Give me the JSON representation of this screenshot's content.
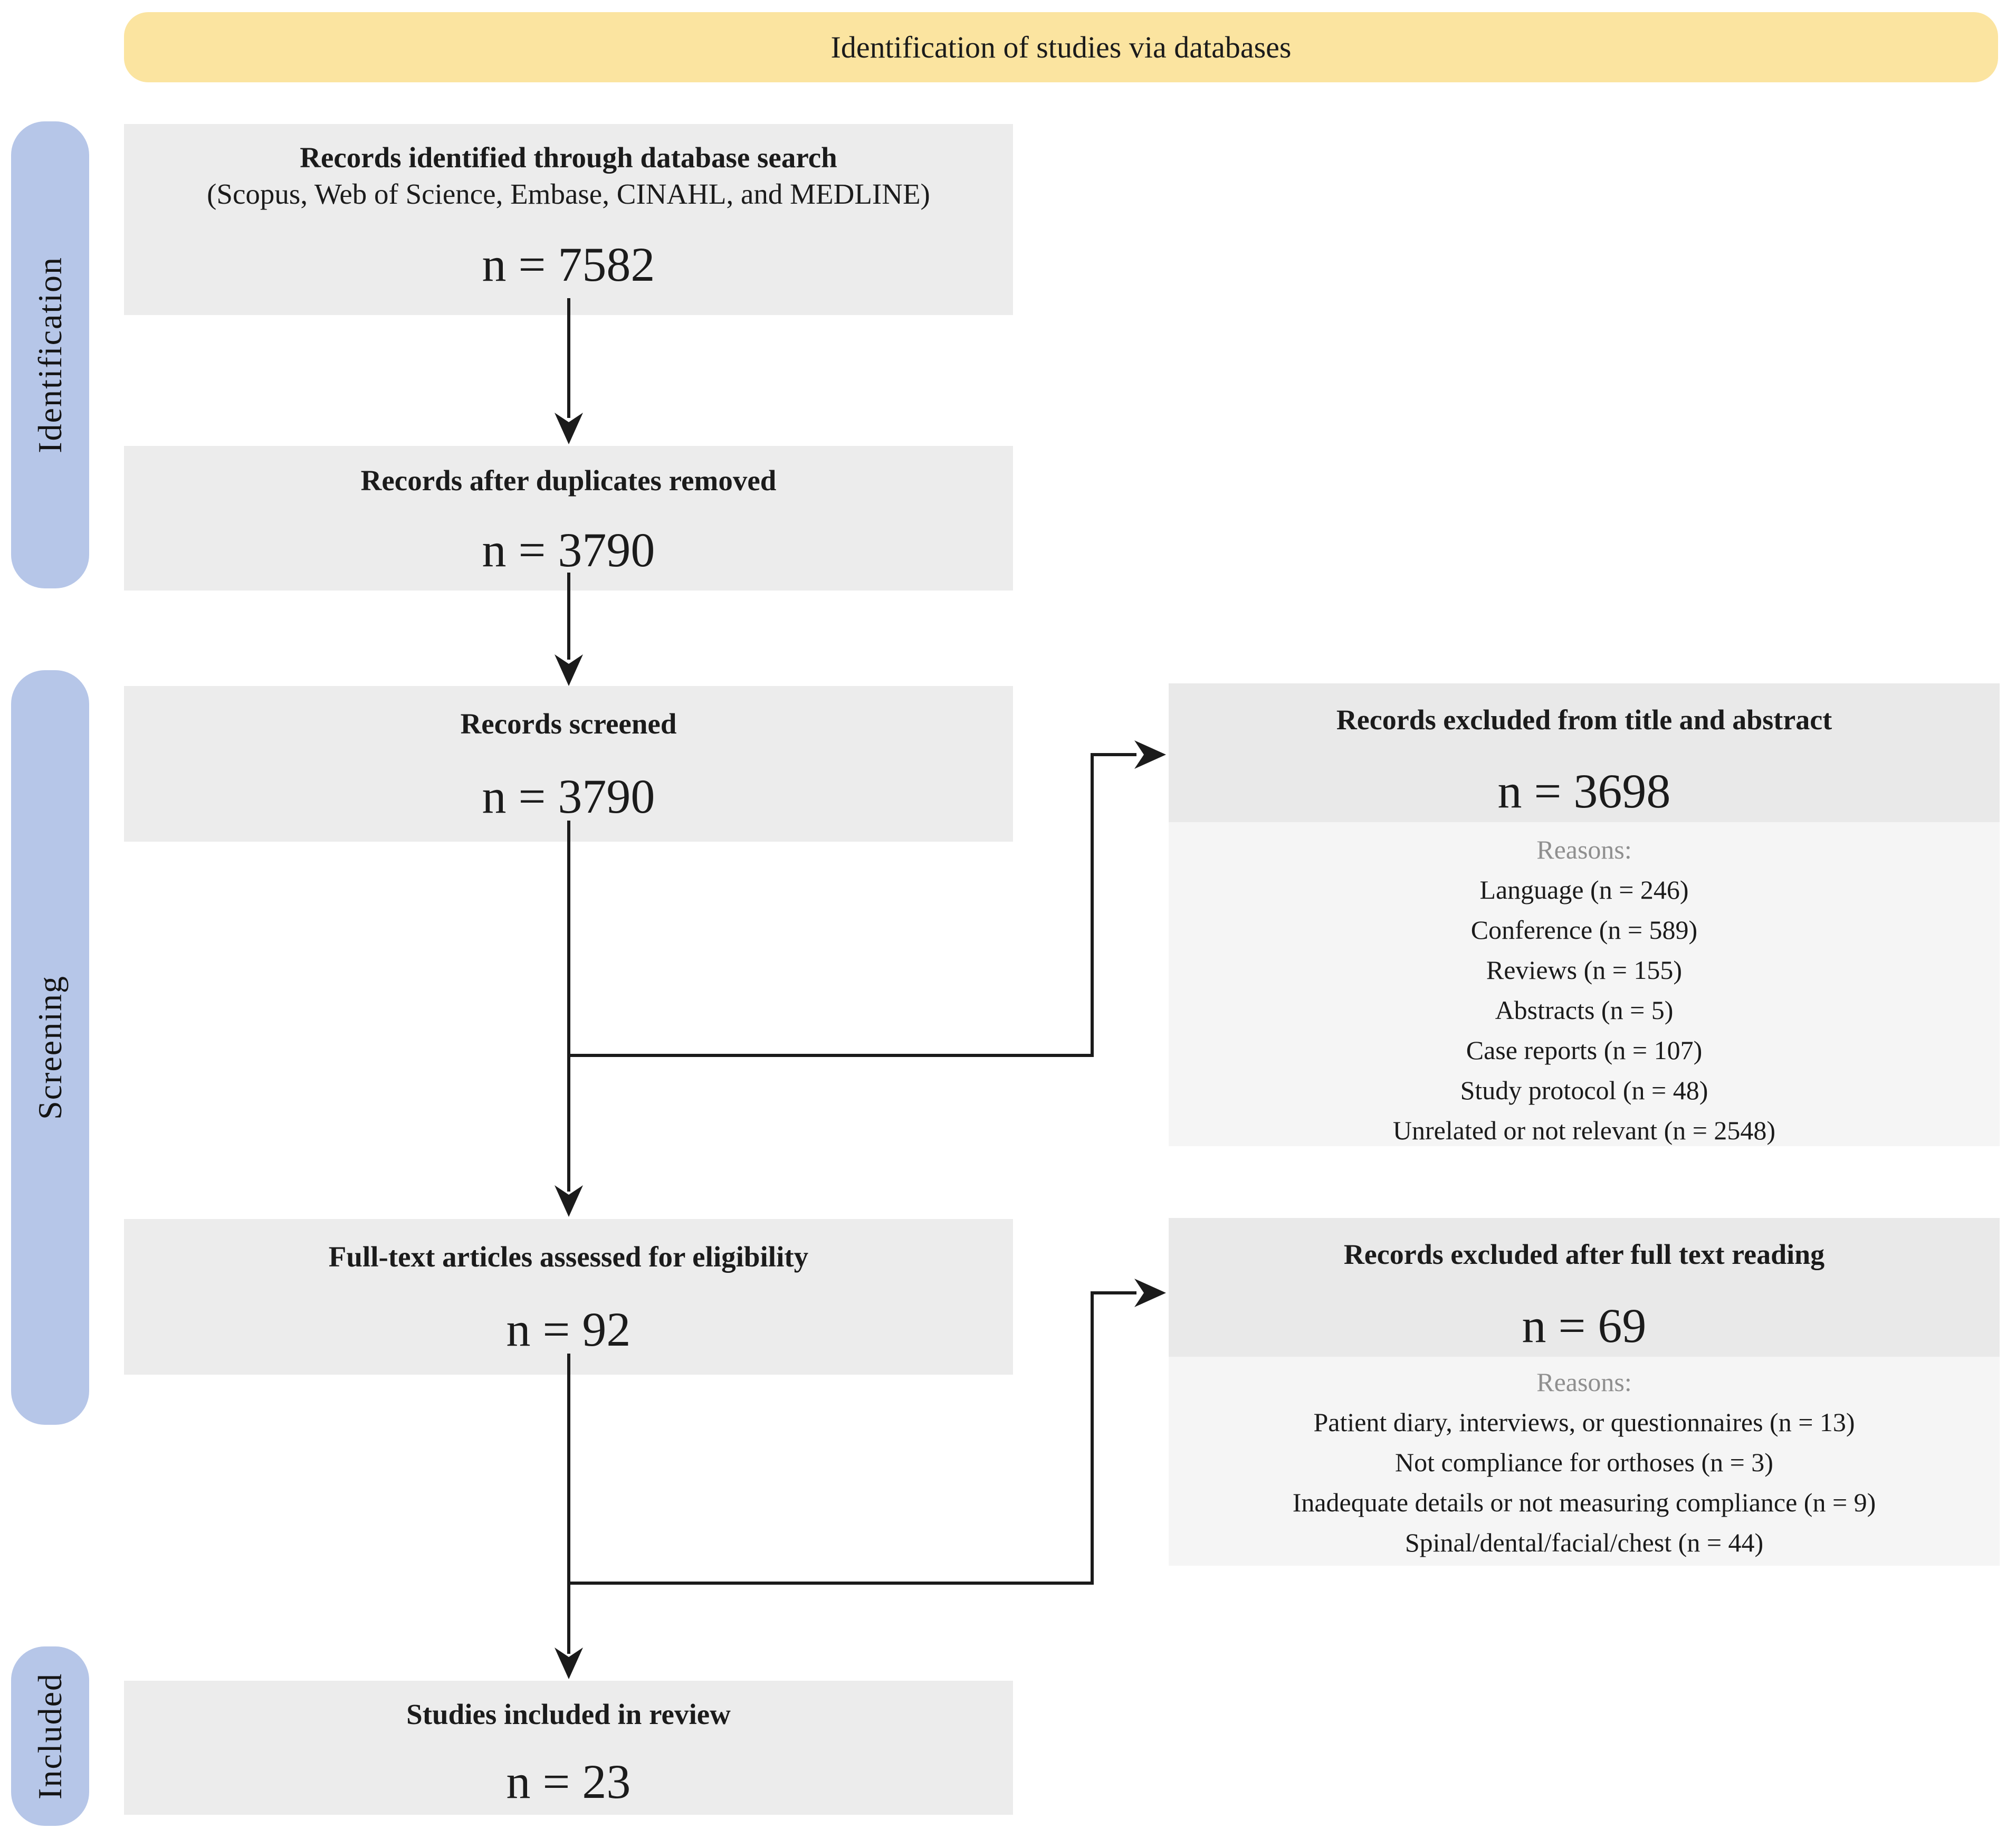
{
  "banner": {
    "label": "Identification of studies via databases"
  },
  "side_labels": {
    "identification": "Identification",
    "screening": "Screening",
    "included": "Included"
  },
  "flow": {
    "identified": {
      "title": "Records identified through database search",
      "subtitle": "(Scopus, Web of Science, Embase, CINAHL, and MEDLINE)",
      "count": "n = 7582"
    },
    "deduplicated": {
      "title": "Records after duplicates removed",
      "count": "n = 3790"
    },
    "screened": {
      "title": "Records screened",
      "count": "n = 3790"
    },
    "fulltext": {
      "title": "Full-text articles assessed for eligibility",
      "count": "n = 92"
    },
    "included": {
      "title": "Studies included in review",
      "count": "n = 23"
    }
  },
  "exclusions": {
    "title_abstract": {
      "title": "Records excluded from title and abstract",
      "count": "n = 3698",
      "reasons_label": "Reasons:",
      "reasons": [
        "Language (n = 246)",
        "Conference (n = 589)",
        "Reviews (n = 155)",
        "Abstracts (n = 5)",
        "Case reports (n = 107)",
        "Study protocol (n = 48)",
        "Unrelated or not relevant (n = 2548)"
      ]
    },
    "full_text": {
      "title": "Records excluded after full text reading",
      "count": "n = 69",
      "reasons_label": "Reasons:",
      "reasons": [
        "Patient diary, interviews, or questionnaires (n = 13)",
        "Not compliance for orthoses (n = 3)",
        "Inadequate details or not measuring compliance (n = 9)",
        "Spinal/dental/facial/chest (n = 44)"
      ]
    }
  },
  "colors": {
    "banner_bg": "#fbe4a0",
    "stage_tab_bg": "#b6c6e8",
    "flow_box_bg": "#ececec",
    "exclusion_box_bg": "#e9e9e9",
    "reasons_box_bg": "#f5f5f5",
    "reasons_label_text": "#8f8f8f",
    "arrow": "#1b1b1b"
  }
}
